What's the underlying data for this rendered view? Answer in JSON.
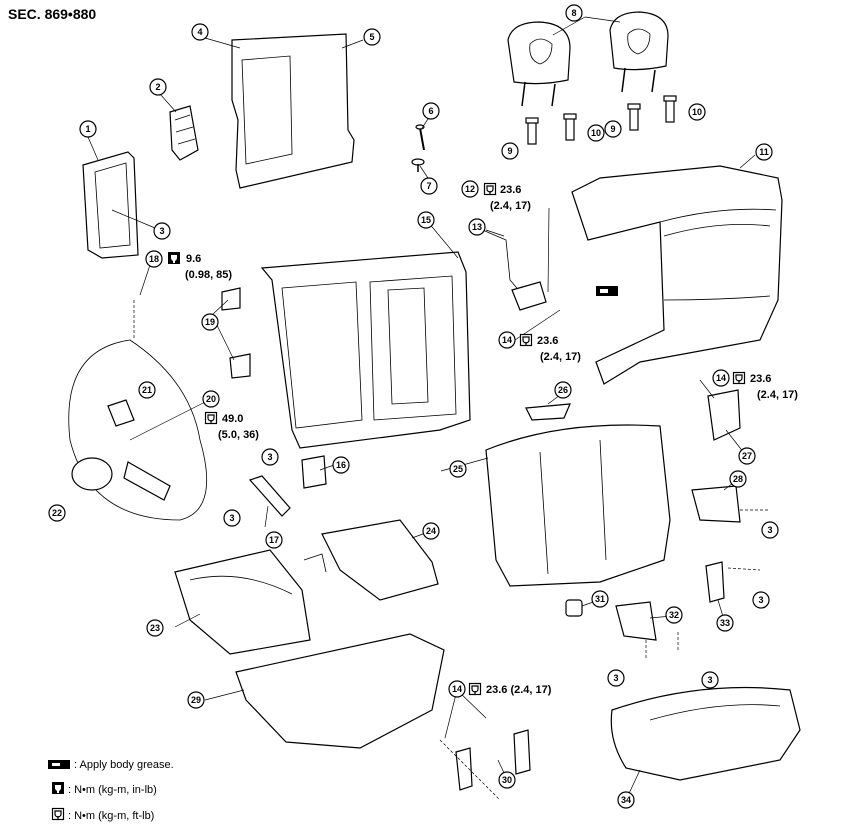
{
  "header": {
    "section": "SEC. 869•880"
  },
  "callouts": [
    "1",
    "2",
    "3",
    "4",
    "5",
    "6",
    "7",
    "8",
    "9",
    "10",
    "11",
    "12",
    "13",
    "14",
    "15",
    "16",
    "17",
    "18",
    "19",
    "20",
    "21",
    "22",
    "23",
    "24",
    "25",
    "26",
    "27",
    "28",
    "29",
    "30",
    "31",
    "32",
    "33",
    "34"
  ],
  "torques": {
    "t12": {
      "line1": "23.6",
      "line2": "(2.4, 17)"
    },
    "t14a": {
      "line1": "23.6",
      "line2": "(2.4, 17)"
    },
    "t14b": {
      "line1": "23.6",
      "line2": "(2.4, 17)"
    },
    "t14c": {
      "line1": "23.6 (2.4, 17)"
    },
    "t18": {
      "line1": "9.6",
      "line2": "(0.98, 85)"
    },
    "t20": {
      "line1": "49.0",
      "line2": "(5.0, 36)"
    }
  },
  "legend": {
    "grease": ": Apply body grease.",
    "torque_in_lb": ": N•m (kg-m, in-lb)",
    "torque_ft_lb": ": N•m (kg-m, ft-lb)"
  }
}
